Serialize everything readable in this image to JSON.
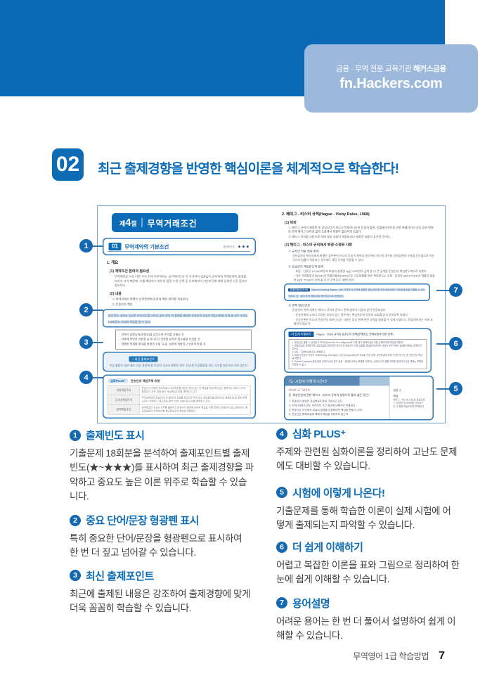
{
  "header": {
    "org_label": "금융 · 무역 전문 교육기관",
    "org_name": "해커스금융",
    "site_url": "fn.Hackers.com"
  },
  "section": {
    "number": "02",
    "title": "최근 출제경향을 반영한 핵심이론을 체계적으로 학습한다!"
  },
  "callouts": [
    "1",
    "2",
    "3",
    "4",
    "5",
    "6",
    "7"
  ],
  "book": {
    "left": {
      "chapter_prefix": "제",
      "chapter_num": "4",
      "chapter_suffix": "절",
      "chapter_title": "무역거래조건",
      "point_no": "01",
      "point_title": "무역계약의 기본조건",
      "freq_label": "출제빈도",
      "freq_stars": "★★★",
      "h_overview": "1. 개요",
      "s1": "(1) 계약조건 합의의 필요성",
      "p1": "무역계약은 서로 다른 국가 간에 이루어지는 상거래이므로 각 국가마다 상관습이 상이하여 무역분쟁이 발생할 여지가 크기 때문에, 이를 예방하기 위하여 품질·수량·선적 등 무역계약의 기본조건에 대해 상세한 사전 합의가 필요하다.",
      "s2": "(2) 내용",
      "i1": "① 계약서에서 정했던 선하증권에 준하여 배상 원칙을 적용한다.",
      "i2": "② 운송인의 책임",
      "highlight": "일정 한도 내에서 상당한 주의의무를 다하지 않아 선박 측 침해를 제외한 운송인의 과실로 책임사항을 지게 될 경우 포장당 100파운드 이내의 책임을 질 수 있다.",
      "bullets": [
        "선박이 감항능력(내항성)을 갖추도록 주의를 기울일 것",
        "선박에 적당한 선원을 승선시키고 의장을 갖추어 필수품을 보급할 것",
        "화물을 적재할 창내를 화물의 수령, 운송, 보존에 적합하고 안전하게 할 것"
      ],
      "point_box": {
        "label": "+ 최신 출제포인트",
        "text": "수입 물품의 생산·제조·가공 과정에 둘 이상의 국가가 관련된 경우, 단순한 가공활동을 하는 국가를 원산지로 하지 않는다."
      },
      "plus_box": {
        "label": "심화PLUS⁺",
        "title": "운송인의 책임귀책 유형",
        "rows": [
          {
            "term": "과실책임주의",
            "desc": "운송인이 선량한 관리자로서 주의의무를 태만히 하지 않는 한 책임을 부담하지 않는 원칙이다. 헤이그 규칙, 함부르크 규칙, 상법 등이 과실책임주의를 채택하고 있다."
          },
          {
            "term": "무과실책임주의",
            "desc": "무과실책임은 운송인이나 사용인의 과실을 요건으로 하지 않는 책임원칙을 말하는데, 항해과실 등 일부 면책사유는 인정된다. 철도운송 협약, CIM, CMR 등이 이를 채택하고 있다."
          },
          {
            "term": "엄격책임주의",
            "desc": "엄격책임은 과실의 유무를 불문하고 운송인이 결과에 대하여 책임을 지며 면책이 인정되지 않는 원칙이다. 항공운송에서 여객에 대한 항공운송인의 책임에 적용된다."
          }
        ]
      }
    },
    "right": {
      "h2": "2. 헤이그 - 비스비 규칙(Hague - Visby Rules, 1968)",
      "s1": "(1) 의의",
      "i1": "① 헤이그 규칙이 제정된 후 상당시간이 지나고 컨테이너선과 운송의 출현, 인플레이션으로 인한 화폐가치의 상승 등의 변화로 인해 헤이그 규칙의 일부 조항에서 개정이 필요하게 되었다.",
      "i2": "② 헤이그 규칙을 기반으로 하여 일부 조항이 개정되거나 새로운 내용이 추가된 것이다.",
      "s2": "(2) 헤이그 - 비스비 규칙에서 변경·수정된 사항",
      "sub1": "① 규칙의 적용 범위 확대",
      "sub1_body": "선하증권이 체약국에서 발행된 경우뿐만 아니라 운송이 체약국 항구에서 개시된 경우와 선하증권에 규칙을 준거법으로 하는 국가의 법률이 적용되는 경우에도 해당 규칙을 적용할 수 있다.",
      "sub2": "② 운송인의 책임한도액 증액",
      "sub2_bullets": [
        "포장 · 단위당 10,000프랑과 화물의 총중량 kg당 30프랑의 금액 중 더 큰 금액을 운송인의 책임한도액으로 하였다.",
        "이후 국제통화기금(IMF)의 특별인출권(SDR)으로 기준화폐를 바꾼 책임한도는 포장 · 단위당 666.67SDR과 화물의 총중량 kg당 2SDR의 금액 중 더 큰 금액으로 개정되었다."
      ],
      "term_box": {
        "chip": "특별인출권(SDR)",
        "text": "(Special Drawing Rights) : IMF 가맹국이 규약에 정해진 일정 조건에 따라 IMF로부터 국제유동성을 인출할 수 있는 권리로, 금 · 달러 등과 함께 대외 준비자산으로 운용된다."
      },
      "sub3": "③ 면책 범위 변경",
      "sub3_body": "운송인의 면책 사항은 헤이그 규칙과 같으나 면책 범위가 다음과 같이 변경되었다.",
      "sub3_bullets": [
        "운송인에게 고의나 무모한 과실이 있는 경우에는 책임한도액 규정의 보호를 받지 못하도록 하였다.",
        "운송인뿐만 아니라 운송인의 대리인 또는 사용인 등도 면책 관련 규정을 원용할 수 있게 하였으나, 독립계약자는 이에 포함되지 않는다."
      ],
      "easy_box": {
        "label": "더 쉽게 이해하기",
        "title": "Hague - Visby 규칙상 운송인의 면책(항해과실, 면책위험에 의한 면책)",
        "items": [
          "1. 운송인은 발항 시 상당한 주의의무(Exercise Due Diligence)를 다한 경우 항해과실로 인한 손해에 대해 책임을 면한다.",
          "2. 항해과실은 면책되지만 상업과실은 면책되지 않으므로 운송인이 이를 입증할 책임을 부담하며, 과실이 부주의에서 발생한 때에는 면책되지 않는다.",
          "3. 인도 · 지연에 대해서는 면책된다.",
          "4. 화재가 운송인 자신의 고의(Storing, Damage)나 본선(Cargo Man)의 과실로 인한 손해, 보관과실에 의해 기인한 게 아닌 한 운송인은 책임을 면한다.",
          "5. Reefer Container(냉동/냉장 컨테이너)의 경우 냉동 · 냉장을 요하는 화물에 사용되는 컨테이너의 결함 여부를 점검하지 않은 때에는 면책을 주장할 수 없다."
        ]
      },
      "exam_box": {
        "tab": "시험에 이렇게 나온다!",
        "source": "제45회 1급 기출문제",
        "question": "문. 해상운송에 관한 헤이그 - 비스비 규칙의 설명으로 옳지 않은 것은?",
        "options": [
          "① 운송인의 책임은 과실책임주의에 기초하고 있다.",
          "② 선하(서)류의 양도 시까지의 기간 동안에 대해서만 적용된다.",
          "③ 운송인은 자신에게 과실이 없음을 입증해야만 책임을 면할 수 있다.",
          "④ 운송인은 항해과실에 대해서 책임을 부담하지 않는다."
        ],
        "answer_label": "정답 ③",
        "explain_label": "해설",
        "explain": "헤이그 - 비스비 규칙 상 운송인은\n① 상당한 주의의무를 다하였거\n나 ③ 항해 과실이라면 면책된다."
      }
    }
  },
  "features": [
    {
      "num": "1",
      "title": "출제빈도 표시",
      "body": "기출문제 18회분을 분석하여 출제포인트별 출제\n빈도(★~★★★)를 표시하여 최근 출제경향을 파\n악하고 중요도 높은 이론 위주로 학습할 수 있습\n니다."
    },
    {
      "num": "2",
      "title": "중요 단어/문장 형광펜 표시",
      "body": "특히 중요한 단어/문장을 형광펜으로 표시하여\n한 번 더 짚고 넘어갈 수 있습니다."
    },
    {
      "num": "3",
      "title": "최신 출제포인트",
      "body": "최근에 출제된 내용은 강조하여 출제경향에 맞게\n더욱 꼼꼼히 학습할 수 있습니다."
    },
    {
      "num": "4",
      "title": "심화 PLUS⁺",
      "body": "주제와 관련된 심화이론을 정리하여 고난도 문제\n에도 대비할 수 있습니다."
    },
    {
      "num": "5",
      "title": "시험에 이렇게 나온다!",
      "body": "기출문제를 통해 학습한 이론이 실제 시험에 어\n떻게 출제되는지 파악할 수 있습니다."
    },
    {
      "num": "6",
      "title": "더 쉽게 이해하기",
      "body": "어렵고 복잡한 이론을 표와 그림으로 정리하여 한\n눈에 쉽게 이해할 수 있습니다."
    },
    {
      "num": "7",
      "title": "용어설명",
      "body": "어려운 용어는 한 번 더 풀어서 설명하여 쉽게 이\n해할 수 있습니다."
    }
  ],
  "footer": {
    "label": "무역영어 1급 학습방법",
    "page": "7"
  }
}
